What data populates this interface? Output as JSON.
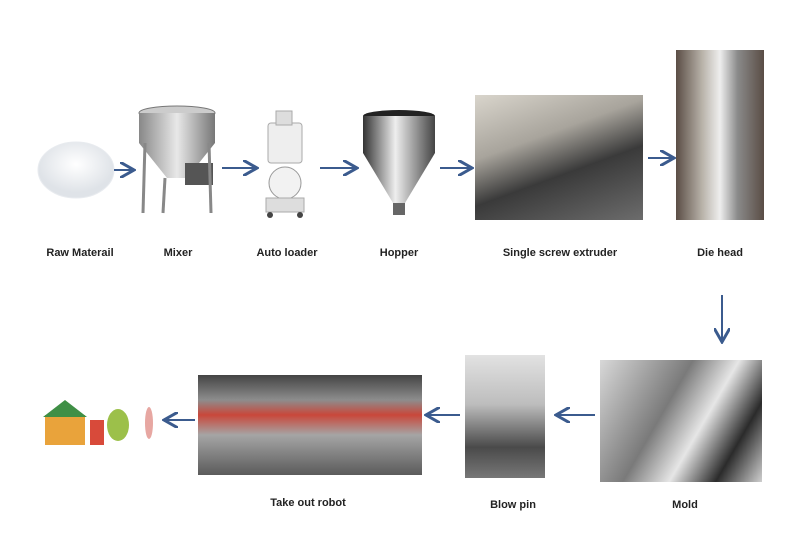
{
  "arrow_color": "#3b5b8e",
  "steps_row1": [
    {
      "label": "Raw Materail",
      "icon": "plastic-pellets-icon"
    },
    {
      "label": "Mixer",
      "icon": "mixer-machine-icon"
    },
    {
      "label": "Auto loader",
      "icon": "auto-loader-machine-icon"
    },
    {
      "label": "Hopper",
      "icon": "hopper-icon"
    },
    {
      "label": "Single screw extruder",
      "icon": "extruder-photo-icon"
    },
    {
      "label": "Die head",
      "icon": "die-head-photo-icon"
    }
  ],
  "steps_row2": [
    {
      "label": "Mold",
      "icon": "mold-photo-icon"
    },
    {
      "label": "Blow pin",
      "icon": "blow-pin-photo-icon"
    },
    {
      "label": "Take out robot",
      "icon": "robot-photo-icon"
    },
    {
      "label": "",
      "icon": "finished-products-icon"
    }
  ]
}
